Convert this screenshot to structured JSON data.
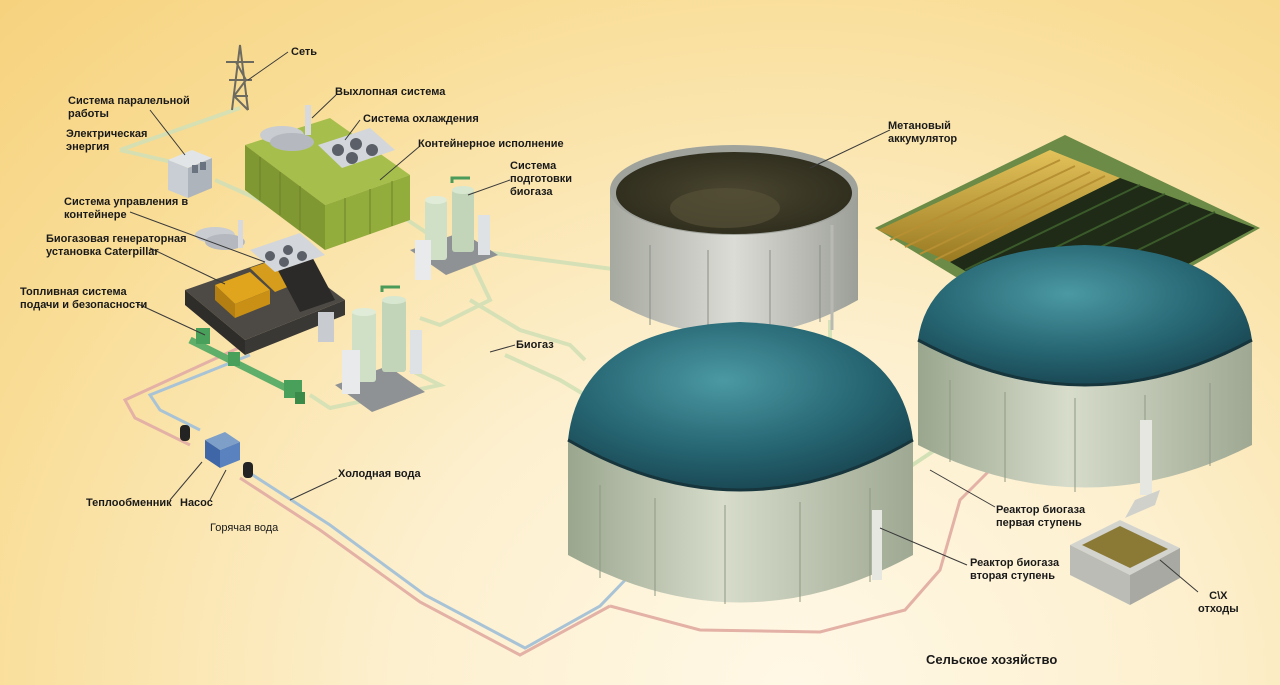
{
  "labels": {
    "grid": "Сеть",
    "exhaust": "Выхлопная система",
    "cooling": "Система охлаждения",
    "container": "Контейнерное исполнение",
    "parallel_1": "Система паралельной",
    "parallel_2": "работы",
    "electric_1": "Электрическая",
    "electric_2": "энергия",
    "control_1": "Система управления в",
    "control_2": "контейнере",
    "genset_1": "Биогазовая генераторная",
    "genset_2": "установка Caterpillar",
    "fuel_1": "Топливная система",
    "fuel_2": "подачи и безопасности",
    "prep_1": "Система",
    "prep_2": "подготовки",
    "prep_3": "биогаза",
    "methane_1": "Метановый",
    "methane_2": "аккумулятор",
    "biogas": "Биогаз",
    "cold_water": "Холодная вода",
    "hot_water": "Горячая вода",
    "heat_exchanger": "Теплообменник",
    "pump": "Насос",
    "reactor1_1": "Реактор биогаза",
    "reactor1_2": "первая ступень",
    "reactor2_1": "Реактор биогаза",
    "reactor2_2": "вторая ступень",
    "waste_1": "С\\Х",
    "waste_2": "отходы",
    "agriculture": "Сельское хозяйство"
  },
  "colors": {
    "background": "#f9dd96",
    "dome": "#2a6f7a",
    "tank_wall": "#c5ccb7",
    "genset_green": "#8ea63a",
    "biogas_pipe": "#d2e0b6",
    "cold_pipe": "#a9c3d6",
    "hot_pipe": "#e3b1a6",
    "field_crop": "#c8a23a"
  }
}
